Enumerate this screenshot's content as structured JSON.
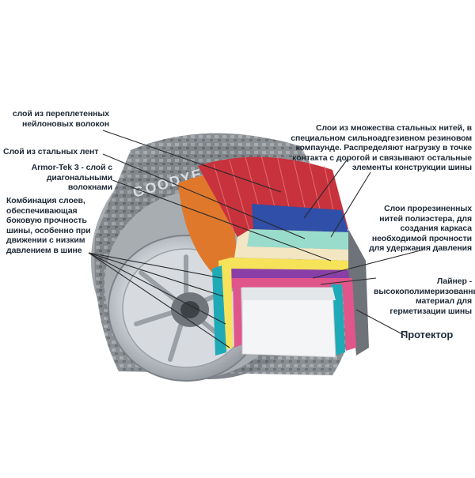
{
  "labels": {
    "nylon": "слой из переплетенных нейлоновых волокон",
    "steel_belts": "Слой из стальных лент",
    "armor_tek": "Armor-Tek 3 - слой с диагональными волокнами",
    "combination": "Комбинация слоев, обеспечивающая боковую прочность шины, особенно при движении с низким давлением в шине",
    "steel_threads": "Слои из множества стальных нитей, в специальном сильноадгезивном резиновом компаунде. Распределяют нагрузку в точке контакта с дорогой и связывают остальные элементы конструкции шины",
    "polyester": "Слои прорезиненных нитей полиэстера, для создания каркаса необходимой прочности для удержания давления",
    "liner": "Лайнер - высокополимеризованный материал для герметизации шины",
    "tread": "Протектор"
  },
  "sidewall_text": "GOODYEAR",
  "colors": {
    "red_tread_layer": "#c8323c",
    "blue_layer": "#2f4fa8",
    "cyan_layer": "#99dccc",
    "yellow_layer": "#f6e35a",
    "purple_layer": "#8a3fa8",
    "pink_layer": "#e0568a",
    "orange_sidewall": "#e0782c",
    "teal_bead": "#1faab8",
    "cream_layer": "#f3e6c2",
    "tire_grey": "#8a8f94",
    "leader_line": "#2a2a2a"
  }
}
